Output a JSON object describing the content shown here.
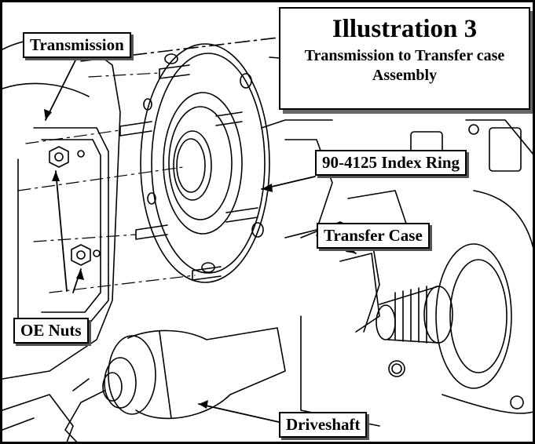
{
  "title": {
    "main": "Illustration 3",
    "sub": "Transmission to Transfer case Assembly"
  },
  "labels": {
    "transmission": "Transmission",
    "index_ring": "90-4125 Index Ring",
    "transfer_case": "Transfer Case",
    "oe_nuts": "OE Nuts",
    "driveshaft": "Driveshaft"
  },
  "colors": {
    "line": "#000000",
    "background": "#ffffff",
    "shadow": "#666666"
  }
}
